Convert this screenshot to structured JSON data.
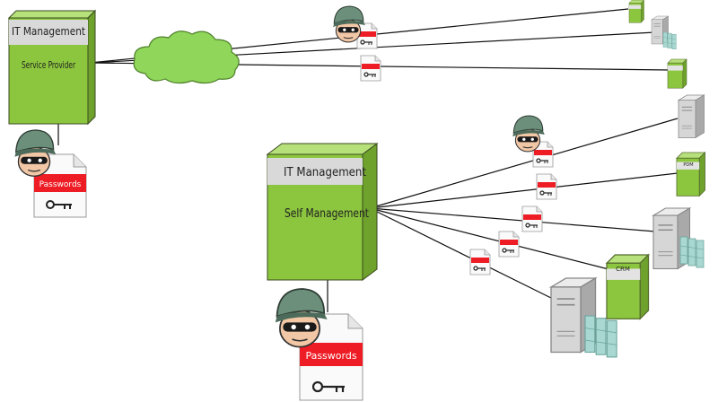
{
  "provider_box": {
    "title": "IT Management",
    "body": "Service Provider"
  },
  "self_box": {
    "title": "IT Management",
    "body": "Self Management"
  },
  "passwords_doc": {
    "label": "Passwords"
  },
  "server_tags": {
    "crm": "CRM",
    "pdm": "PDM"
  },
  "colors": {
    "box_green": "#8cc63e",
    "box_green_dark": "#6ea22d",
    "box_grey": "#d9d9d9",
    "cloud_green": "#8fd65a",
    "password_red": "#ee1c24",
    "server_grey": "#cfcfcf",
    "db_teal": "#a9d8d2"
  },
  "icons": [
    "cloud-icon",
    "hacker-icon",
    "password-document-icon",
    "key-icon",
    "server-icon",
    "database-icon",
    "software-box-icon"
  ]
}
